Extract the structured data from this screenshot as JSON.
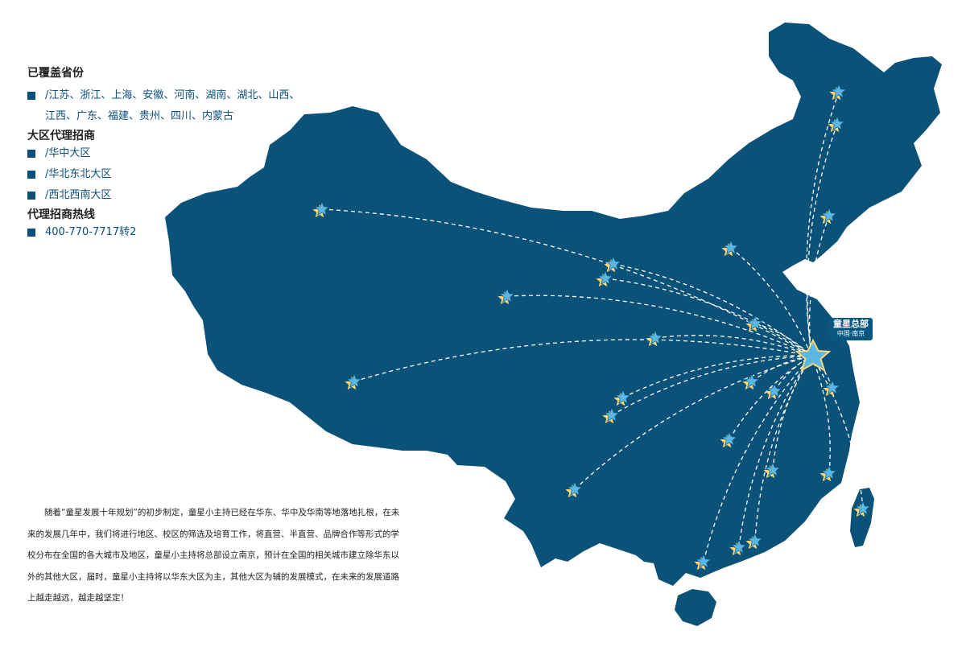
{
  "map": {
    "land_color": "#0b5279",
    "star_color": "#5ab6e3",
    "star_shadow_color": "#f5d67a",
    "route_color": "#ffffff"
  },
  "coverage": {
    "title": "已覆盖省份",
    "provinces_line1": "/江苏、浙江、上海、安徽、河南、湖南、湖北、山西、",
    "provinces_line2": "江西、广东、福建、贵州、四川、内蒙古"
  },
  "regional_agents": {
    "title": "大区代理招商",
    "items": [
      "/华中大区",
      "/华北东北大区",
      "/西北西南大区"
    ]
  },
  "hotline": {
    "title": "代理招商热线",
    "number": "400-770-7717转2"
  },
  "headquarters": {
    "title": "童星总部",
    "subtitle": "中国·南京"
  },
  "description": "随着“童星发展十年规划”的初步制定，童星小主持已经在华东、华中及华南等地落地扎根，在未来的发展几年中，我们将进行地区、校区的筛选及培育工作，将直营、半直营、品牌合作等形式的学校分布在全国的各大城市及地区，童星小主持将总部设立南京，预计在全国的相关城市建立除华东以外的其他大区，届时，童星小主持将以华东大区为主，其他大区为辅的发展模式，在未来的发展道路上越走越远，越走越坚定！"
}
